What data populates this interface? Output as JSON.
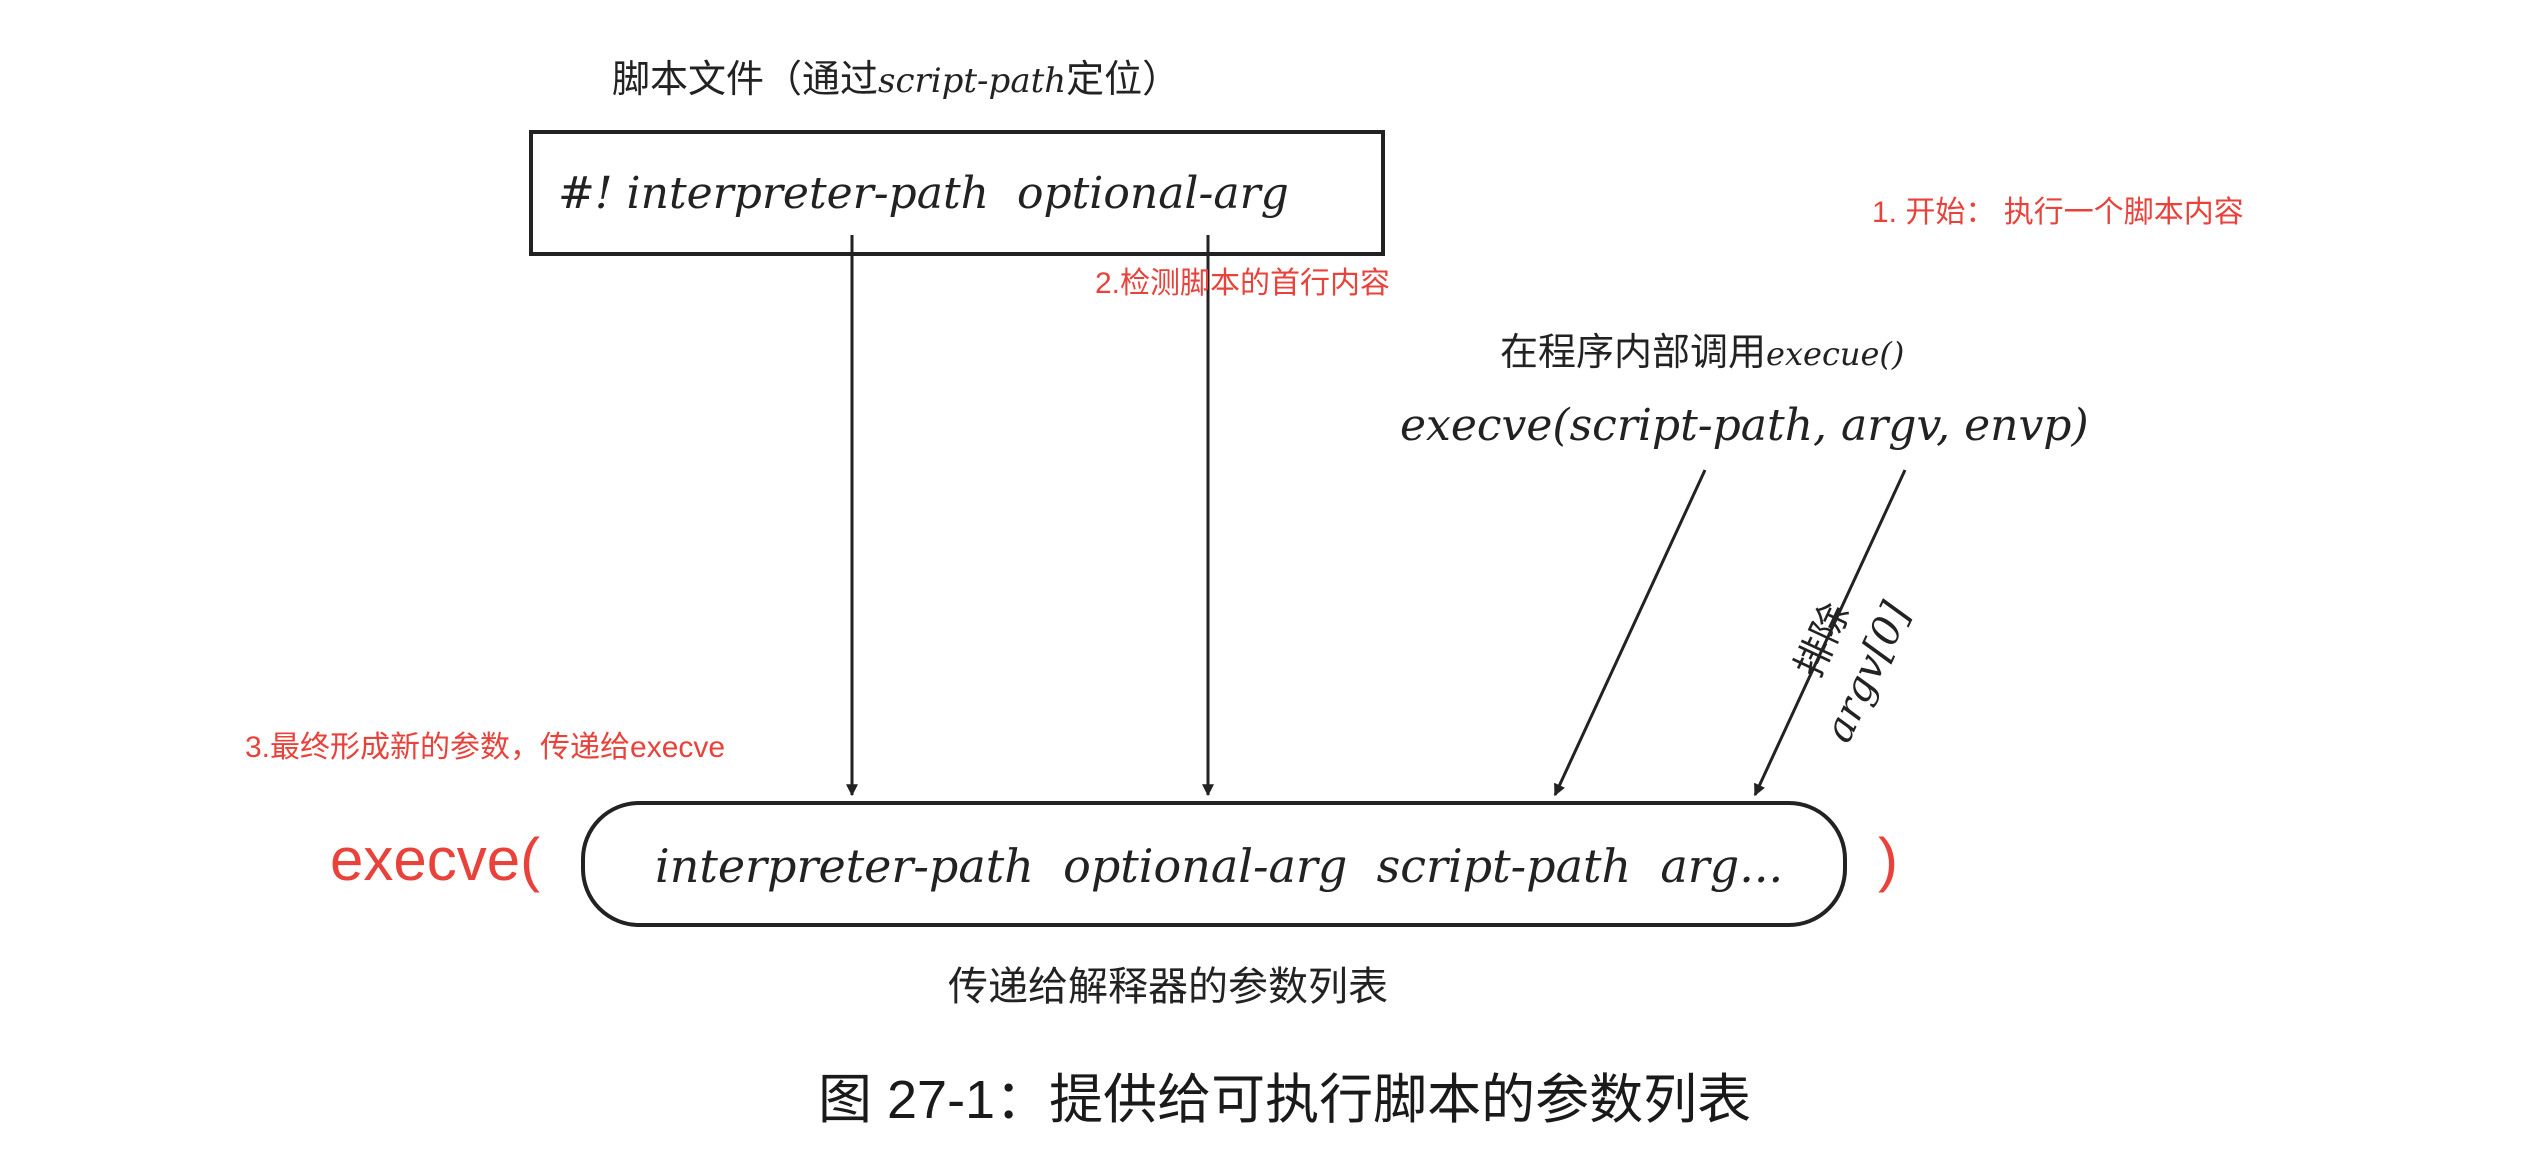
{
  "diagram": {
    "script_file_caption": {
      "prefix": "脚本文件（通过",
      "path": "script-path",
      "suffix": "定位）"
    },
    "shebang_line": "#! interpreter-path  optional-arg",
    "internal_call": {
      "caption_prefix": "在程序内部调用",
      "caption_func": "execue()",
      "call": "execve(script-path, argv, envp)"
    },
    "exclude": {
      "label": "排除",
      "arg": "argv[0]"
    },
    "final_call": {
      "func": "execve(",
      "args": "interpreter-path  optional-arg  script-path  arg...",
      "close": ")"
    },
    "arg_list_caption": "传递给解释器的参数列表",
    "figure_title": "图 27-1：提供给可执行脚本的参数列表"
  },
  "annotations": {
    "step1": "1. 开始： 执行一个脚本内容",
    "step2": "2.检测脚本的首行内容",
    "step3": "3.最终形成新的参数，传递给execve"
  },
  "colors": {
    "ink": "#222222",
    "annotation": "#e8423b"
  }
}
